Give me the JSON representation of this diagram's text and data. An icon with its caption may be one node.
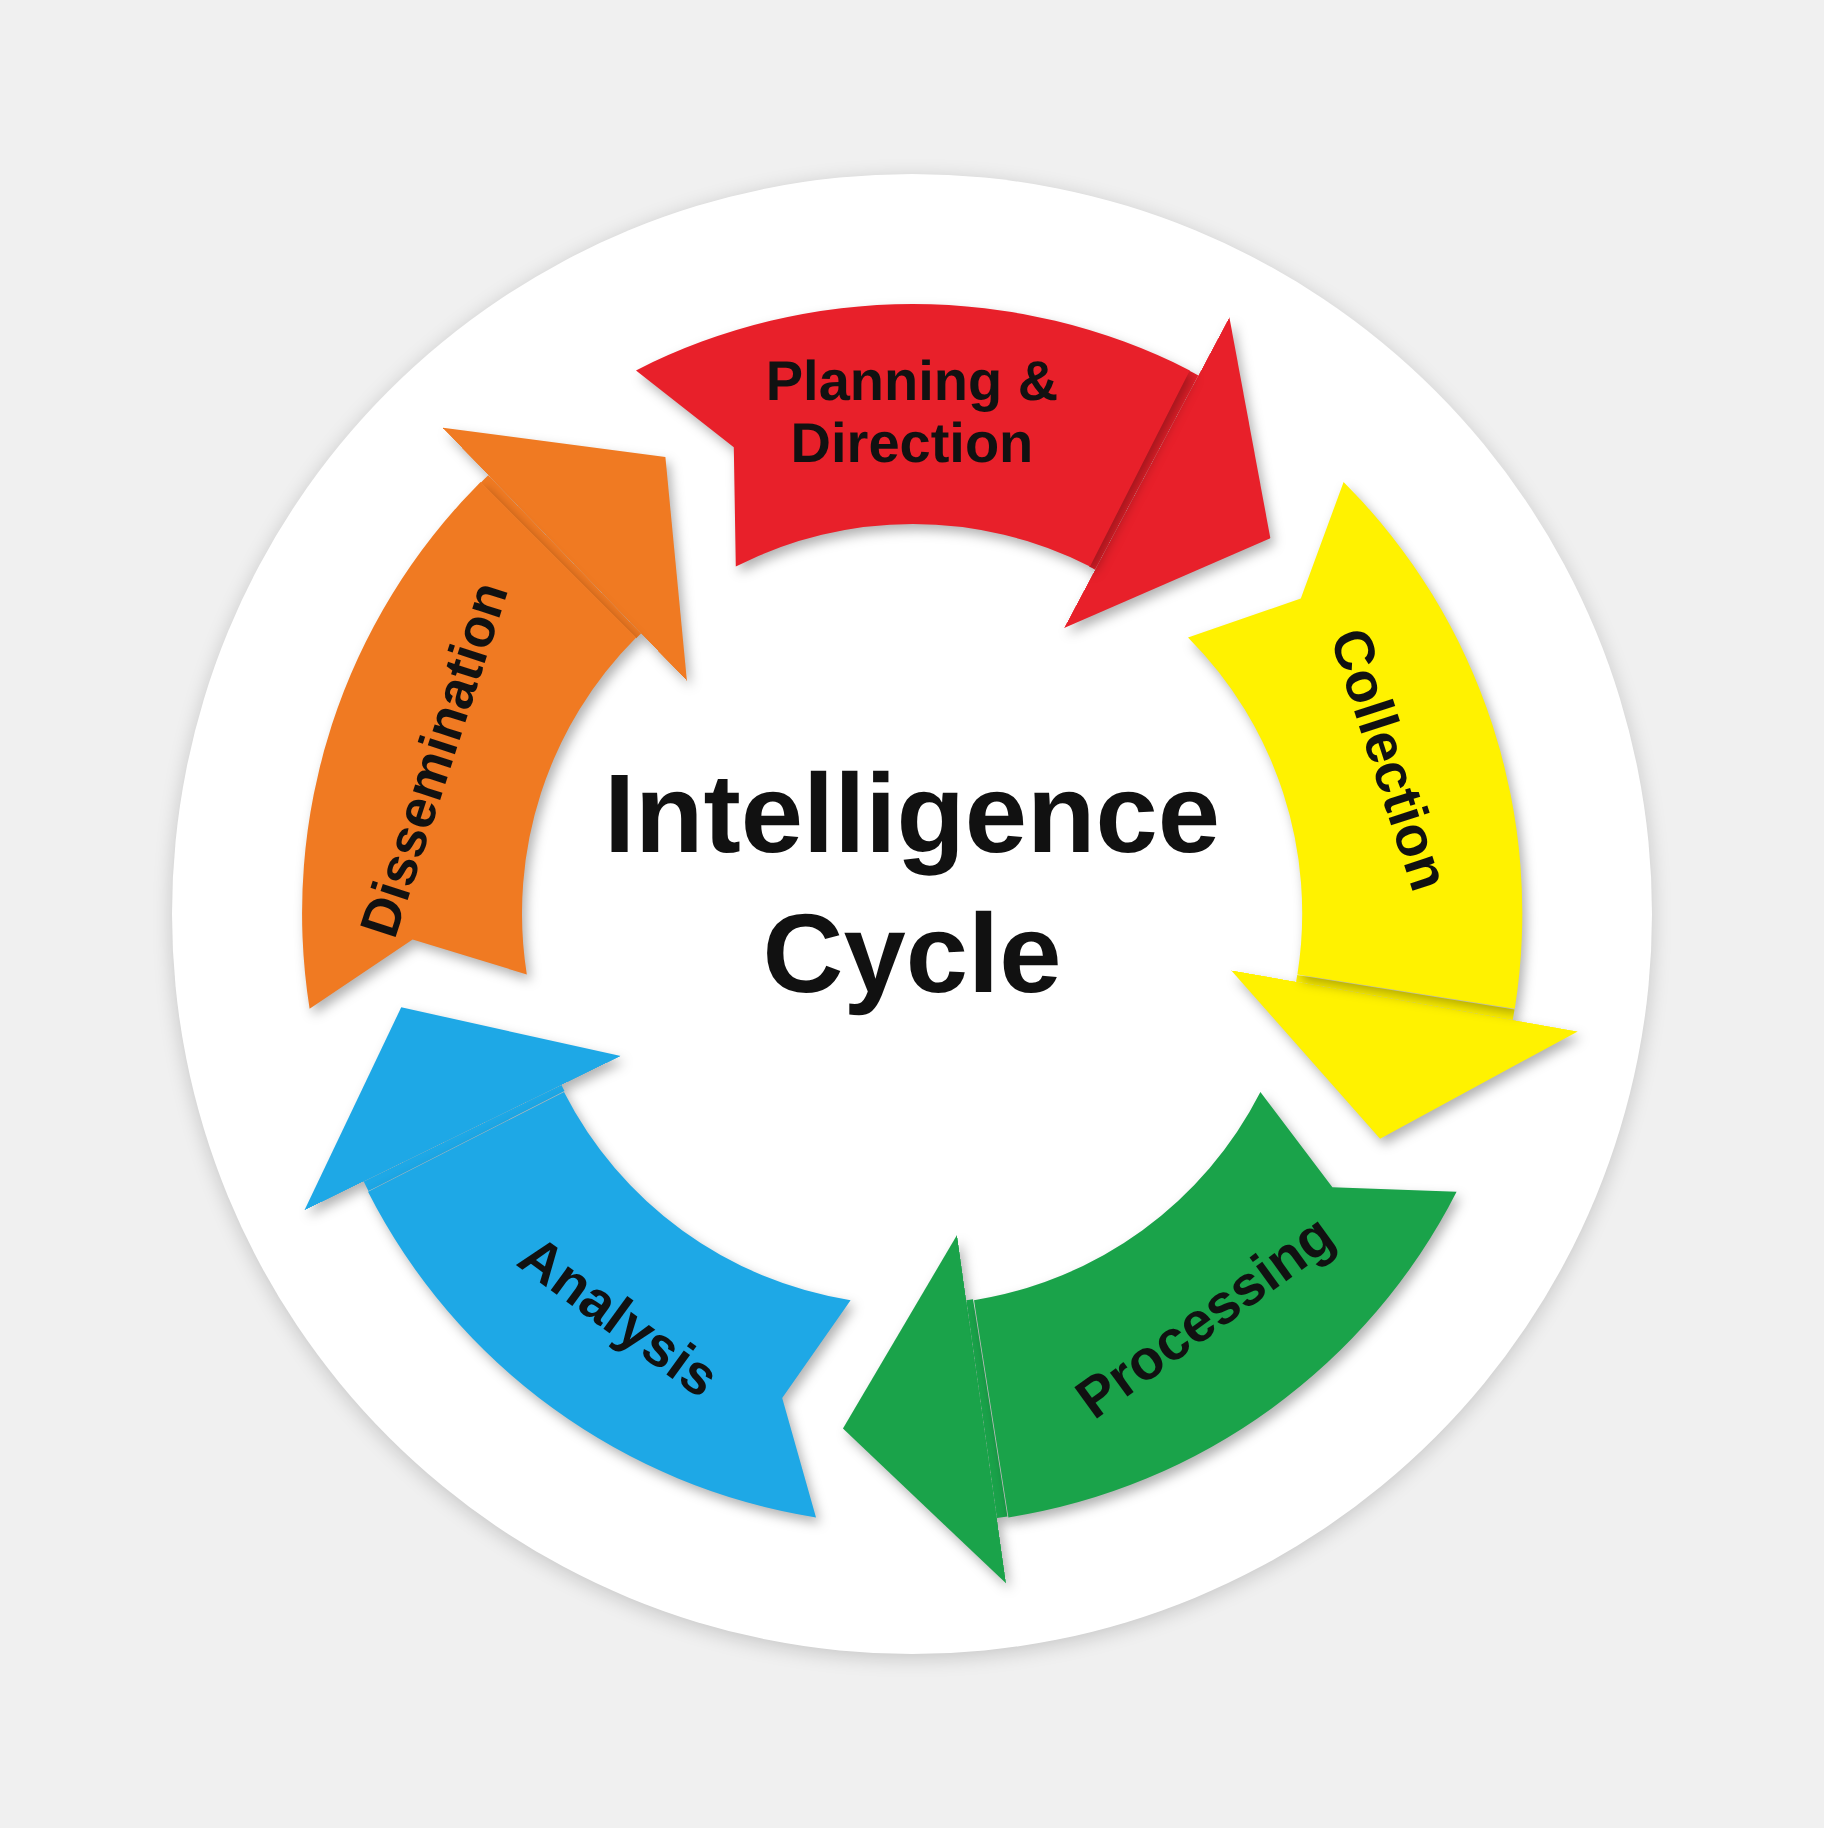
{
  "diagram": {
    "title": "Intelligence Cycle",
    "nodes": [
      {
        "text": [
          "Planning & Direction"
        ]
      },
      {
        "text": [
          "Collection"
        ]
      },
      {
        "text": [
          "Processing"
        ]
      },
      {
        "text": [
          "Analysis"
        ]
      },
      {
        "text": [
          "Dissemination"
        ]
      }
    ],
    "edges": [
      {
        "from": 0,
        "to": 1,
        "arrow": "to",
        "color": "#e8202a"
      },
      {
        "from": 1,
        "to": 2,
        "arrow": "to",
        "color": "#fff200"
      },
      {
        "from": 2,
        "to": 3,
        "arrow": "to",
        "color": "#1aa34a"
      },
      {
        "from": 3,
        "to": 4,
        "arrow": "to",
        "color": "#1ea8e6"
      },
      {
        "from": 4,
        "to": 0,
        "arrow": "to",
        "color": "#f07a22"
      }
    ]
  }
}
